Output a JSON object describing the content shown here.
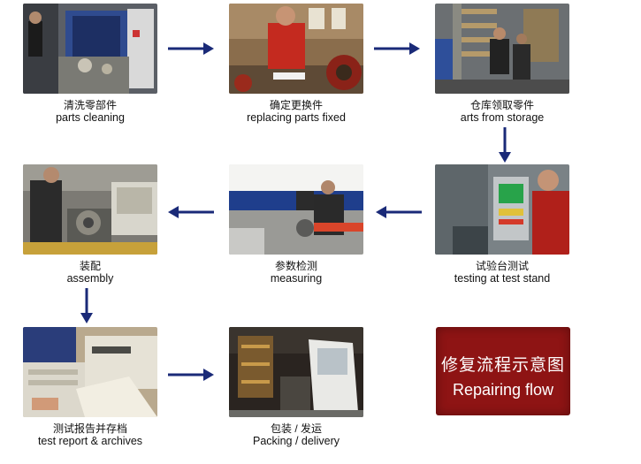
{
  "steps": [
    {
      "id": "cleaning",
      "cn": "清洗零部件",
      "en": "parts cleaning"
    },
    {
      "id": "replacing",
      "cn": "确定更换件",
      "en": "replacing parts fixed"
    },
    {
      "id": "storage",
      "cn": "仓库领取零件",
      "en": "arts from storage"
    },
    {
      "id": "testing",
      "cn": "试验台测试",
      "en": "testing at test stand"
    },
    {
      "id": "measuring",
      "cn": "参数检测",
      "en": "measuring"
    },
    {
      "id": "assembly",
      "cn": "装配",
      "en": "assembly"
    },
    {
      "id": "report",
      "cn": "测试报告并存档",
      "en": "test report & archives"
    },
    {
      "id": "packing",
      "cn": "包装 / 发运",
      "en": "Packing / delivery"
    }
  ],
  "badge": {
    "cn": "修复流程示意图",
    "en": "Repairing flow"
  },
  "colors": {
    "arrow": "#1a2a78",
    "badge": "#8e1414"
  }
}
